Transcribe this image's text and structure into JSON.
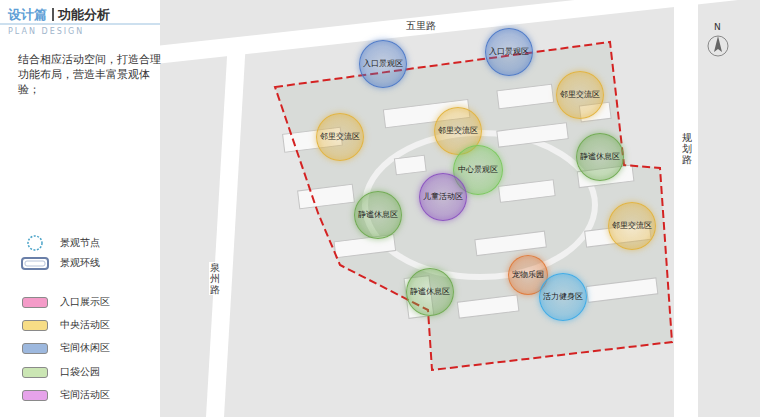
{
  "diagram": {
    "title": "功能分析",
    "nodes": [
      {
        "text": [
          "入口景观区"
        ]
      },
      {
        "text": [
          "入口景观区"
        ]
      },
      {
        "text": [
          "邻里交流区"
        ]
      },
      {
        "text": [
          "邻里交流区"
        ]
      },
      {
        "text": [
          "邻里交流区"
        ]
      },
      {
        "text": [
          "静谧休息区"
        ]
      },
      {
        "text": [
          "中心景观区"
        ]
      },
      {
        "text": [
          "儿童活动区"
        ]
      },
      {
        "text": [
          "静谧休息区"
        ]
      },
      {
        "text": [
          "邻里交流区"
        ]
      },
      {
        "text": [
          "宠物乐园"
        ]
      },
      {
        "text": [
          "静谧休息区"
        ]
      },
      {
        "text": [
          "活力健身区"
        ]
      }
    ],
    "labels": [
      "设计篇",
      "PLAN DESIGN",
      "结合相应活动空间，打造合理功能布局，营造丰富景观体验；",
      "五里路",
      "N",
      "规划路",
      "泉州路"
    ],
    "legend": [
      {
        "text": "景观节点"
      },
      {
        "text": "景观环线"
      },
      {
        "text": "入口展示区",
        "color": "#f49bc8"
      },
      {
        "text": "中央活动区",
        "color": "#f7dd86"
      },
      {
        "text": "宅间休闲区",
        "color": "#9db8de"
      },
      {
        "text": "口袋公园",
        "color": "#cbe6b4"
      },
      {
        "text": "宅间活动区",
        "color": "#e6a3ea"
      }
    ]
  }
}
